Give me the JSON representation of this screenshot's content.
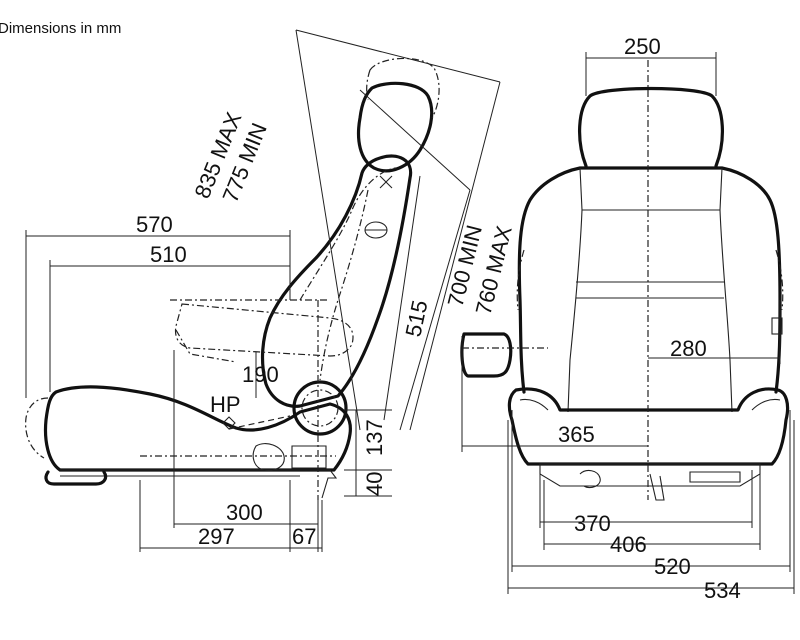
{
  "note": "Dimensions in mm",
  "side_view": {
    "dims": {
      "d835": "835 MAX",
      "d775": "775 MIN",
      "d570": "570",
      "d510": "510",
      "d515": "515",
      "d700": "700 MIN",
      "d760": "760 MAX",
      "d190": "190",
      "hp": "HP",
      "d137": "137",
      "d40": "40",
      "d300": "300",
      "d297": "297",
      "d67": "67"
    }
  },
  "front_view": {
    "dims": {
      "d250": "250",
      "d280": "280",
      "d365": "365",
      "d370": "370",
      "d406": "406",
      "d520": "520",
      "d534": "534"
    }
  }
}
